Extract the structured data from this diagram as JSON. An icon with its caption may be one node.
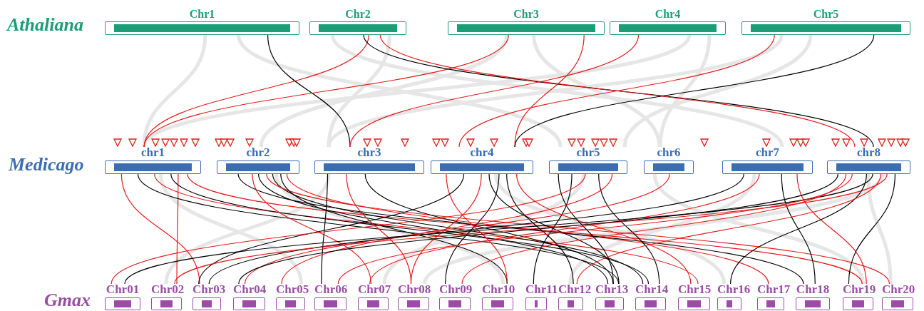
{
  "diagram": {
    "nodes": [
      {
        "text": [
          "Chr1"
        ]
      },
      {
        "text": [
          "Chr2"
        ]
      },
      {
        "text": [
          "Chr3"
        ]
      },
      {
        "text": [
          "Chr4"
        ]
      },
      {
        "text": [
          "Chr5"
        ]
      },
      {
        "text": [
          "chr1"
        ]
      },
      {
        "text": [
          "chr2"
        ]
      },
      {
        "text": [
          "chr3"
        ]
      },
      {
        "text": [
          "chr4"
        ]
      },
      {
        "text": [
          "chr5"
        ]
      },
      {
        "text": [
          "chr6"
        ]
      },
      {
        "text": [
          "chr7"
        ]
      },
      {
        "text": [
          "chr8"
        ]
      },
      {
        "text": [
          "Chr01"
        ]
      },
      {
        "text": [
          "Chr02"
        ]
      },
      {
        "text": [
          "Chr03"
        ]
      },
      {
        "text": [
          "Chr04"
        ]
      },
      {
        "text": [
          "Chr05"
        ]
      },
      {
        "text": [
          "Chr06"
        ]
      },
      {
        "text": [
          "Chr07"
        ]
      },
      {
        "text": [
          "Chr08"
        ]
      },
      {
        "text": [
          "Chr09"
        ]
      },
      {
        "text": [
          "Chr10"
        ]
      },
      {
        "text": [
          "Chr11"
        ]
      },
      {
        "text": [
          "Chr12"
        ]
      },
      {
        "text": [
          "Chr13"
        ]
      },
      {
        "text": [
          "Chr14"
        ]
      },
      {
        "text": [
          "Chr15"
        ]
      },
      {
        "text": [
          "Chr16"
        ]
      },
      {
        "text": [
          "Chr17"
        ]
      },
      {
        "text": [
          "Chr18"
        ]
      },
      {
        "text": [
          "Chr19"
        ]
      },
      {
        "text": [
          "Chr20"
        ]
      }
    ],
    "edges": [
      {
        "from": 0,
        "to": 5,
        "arrow": "none",
        "style": "thick",
        "color": "#e6e6e6"
      },
      {
        "from": 0,
        "to": 9,
        "arrow": "none",
        "style": "thick",
        "color": "#e6e6e6"
      },
      {
        "from": 1,
        "to": 7,
        "arrow": "none",
        "style": "thick",
        "color": "#e6e6e6"
      },
      {
        "from": 1,
        "to": 11,
        "arrow": "none",
        "style": "thick",
        "color": "#e6e6e6"
      },
      {
        "from": 2,
        "to": 6,
        "arrow": "none",
        "style": "thick",
        "color": "#e6e6e6"
      },
      {
        "from": 2,
        "to": 10,
        "arrow": "none",
        "style": "thick",
        "color": "#e6e6e6"
      },
      {
        "from": 3,
        "to": 5,
        "arrow": "none",
        "style": "thick",
        "color": "#e6e6e6"
      },
      {
        "from": 3,
        "to": 10,
        "arrow": "none",
        "style": "thick",
        "color": "#e6e6e6"
      },
      {
        "from": 4,
        "to": 7,
        "arrow": "none",
        "style": "thick",
        "color": "#e6e6e6"
      },
      {
        "from": 4,
        "to": 9,
        "arrow": "none",
        "style": "thick",
        "color": "#e6e6e6"
      },
      {
        "from": 5,
        "to": 17,
        "arrow": "none",
        "style": "thick",
        "color": "#e6e6e6"
      },
      {
        "from": 6,
        "to": 22,
        "arrow": "none",
        "style": "thick",
        "color": "#e6e6e6"
      },
      {
        "from": 7,
        "to": 14,
        "arrow": "none",
        "style": "thick",
        "color": "#e6e6e6"
      },
      {
        "from": 8,
        "to": 28,
        "arrow": "none",
        "style": "thick",
        "color": "#e6e6e6"
      },
      {
        "from": 9,
        "to": 19,
        "arrow": "none",
        "style": "thick",
        "color": "#e6e6e6"
      },
      {
        "from": 10,
        "to": 31,
        "arrow": "none",
        "style": "thick",
        "color": "#e6e6e6"
      },
      {
        "from": 11,
        "to": 24,
        "arrow": "none",
        "style": "thick",
        "color": "#e6e6e6"
      },
      {
        "from": 12,
        "to": 32,
        "arrow": "none",
        "style": "thick",
        "color": "#e6e6e6"
      },
      {
        "from": 12,
        "to": 20,
        "arrow": "none",
        "style": "thick",
        "color": "#e6e6e6"
      },
      {
        "from": 0,
        "to": 7,
        "arrow": "none",
        "color": "#000000"
      },
      {
        "from": 1,
        "to": 5,
        "arrow": "none",
        "color": "#e31a1c"
      },
      {
        "from": 2,
        "to": 5,
        "arrow": "none",
        "color": "#e31a1c"
      },
      {
        "from": 1,
        "to": 12,
        "arrow": "none",
        "color": "#000000"
      },
      {
        "from": 1,
        "to": 12,
        "arrow": "none",
        "color": "#e31a1c"
      },
      {
        "from": 2,
        "to": 8,
        "arrow": "none",
        "color": "#e31a1c"
      },
      {
        "from": 3,
        "to": 7,
        "arrow": "none",
        "color": "#e31a1c"
      },
      {
        "from": 4,
        "to": 8,
        "arrow": "none",
        "color": "#000000"
      },
      {
        "from": 4,
        "to": 8,
        "arrow": "none",
        "color": "#e31a1c"
      },
      {
        "from": 5,
        "to": 14,
        "arrow": "none",
        "color": "#e31a1c"
      },
      {
        "from": 5,
        "to": 15,
        "arrow": "none",
        "color": "#e31a1c"
      },
      {
        "from": 5,
        "to": 25,
        "arrow": "none",
        "color": "#000000"
      },
      {
        "from": 5,
        "to": 27,
        "arrow": "none",
        "color": "#e31a1c"
      },
      {
        "from": 5,
        "to": 26,
        "arrow": "none",
        "color": "#000000"
      },
      {
        "from": 5,
        "to": 31,
        "arrow": "none",
        "color": "#e31a1c"
      },
      {
        "from": 6,
        "to": 25,
        "arrow": "none",
        "color": "#000000"
      },
      {
        "from": 6,
        "to": 26,
        "arrow": "none",
        "color": "#000000"
      },
      {
        "from": 6,
        "to": 29,
        "arrow": "none",
        "color": "#e31a1c"
      },
      {
        "from": 6,
        "to": 30,
        "arrow": "none",
        "color": "#000000"
      },
      {
        "from": 6,
        "to": 19,
        "arrow": "none",
        "color": "#e31a1c"
      },
      {
        "from": 6,
        "to": 32,
        "arrow": "none",
        "color": "#e31a1c"
      },
      {
        "from": 6,
        "to": 22,
        "arrow": "none",
        "color": "#000000"
      },
      {
        "from": 7,
        "to": 18,
        "arrow": "none",
        "color": "#000000"
      },
      {
        "from": 7,
        "to": 20,
        "arrow": "none",
        "color": "#e31a1c"
      },
      {
        "from": 7,
        "to": 25,
        "arrow": "none",
        "color": "#000000"
      },
      {
        "from": 8,
        "to": 25,
        "arrow": "none",
        "color": "#000000"
      },
      {
        "from": 8,
        "to": 24,
        "arrow": "none",
        "color": "#000000"
      },
      {
        "from": 8,
        "to": 22,
        "arrow": "none",
        "color": "#e31a1c"
      },
      {
        "from": 8,
        "to": 15,
        "arrow": "none",
        "color": "#000000"
      },
      {
        "from": 8,
        "to": 20,
        "arrow": "none",
        "color": "#e31a1c"
      },
      {
        "from": 8,
        "to": 21,
        "arrow": "none",
        "color": "#000000"
      },
      {
        "from": 8,
        "to": 27,
        "arrow": "none",
        "color": "#e31a1c"
      },
      {
        "from": 9,
        "to": 25,
        "arrow": "none",
        "color": "#000000"
      },
      {
        "from": 9,
        "to": 23,
        "arrow": "none",
        "color": "#000000"
      },
      {
        "from": 9,
        "to": 13,
        "arrow": "none",
        "color": "#e31a1c"
      },
      {
        "from": 9,
        "to": 26,
        "arrow": "none",
        "color": "#000000"
      },
      {
        "from": 9,
        "to": 17,
        "arrow": "none",
        "color": "#e31a1c"
      },
      {
        "from": 10,
        "to": 16,
        "arrow": "none",
        "color": "#e31a1c"
      },
      {
        "from": 11,
        "to": 30,
        "arrow": "none",
        "color": "#000000"
      },
      {
        "from": 11,
        "to": 31,
        "arrow": "none",
        "color": "#e31a1c"
      },
      {
        "from": 11,
        "to": 15,
        "arrow": "none",
        "color": "#000000"
      },
      {
        "from": 11,
        "to": 19,
        "arrow": "none",
        "color": "#e31a1c"
      },
      {
        "from": 12,
        "to": 13,
        "arrow": "none",
        "color": "#000000"
      },
      {
        "from": 12,
        "to": 14,
        "arrow": "none",
        "color": "#e31a1c"
      },
      {
        "from": 12,
        "to": 16,
        "arrow": "none",
        "color": "#000000"
      },
      {
        "from": 12,
        "to": 18,
        "arrow": "none",
        "color": "#e31a1c"
      },
      {
        "from": 12,
        "to": 28,
        "arrow": "none",
        "color": "#000000"
      },
      {
        "from": 12,
        "to": 24,
        "arrow": "none",
        "color": "#e31a1c"
      },
      {
        "from": 12,
        "to": 31,
        "arrow": "none",
        "color": "#000000"
      },
      {
        "from": 12,
        "to": 21,
        "arrow": "none",
        "color": "#e31a1c"
      }
    ],
    "labels": [
      "Athaliana",
      "Medicago",
      "Gmax"
    ]
  }
}
